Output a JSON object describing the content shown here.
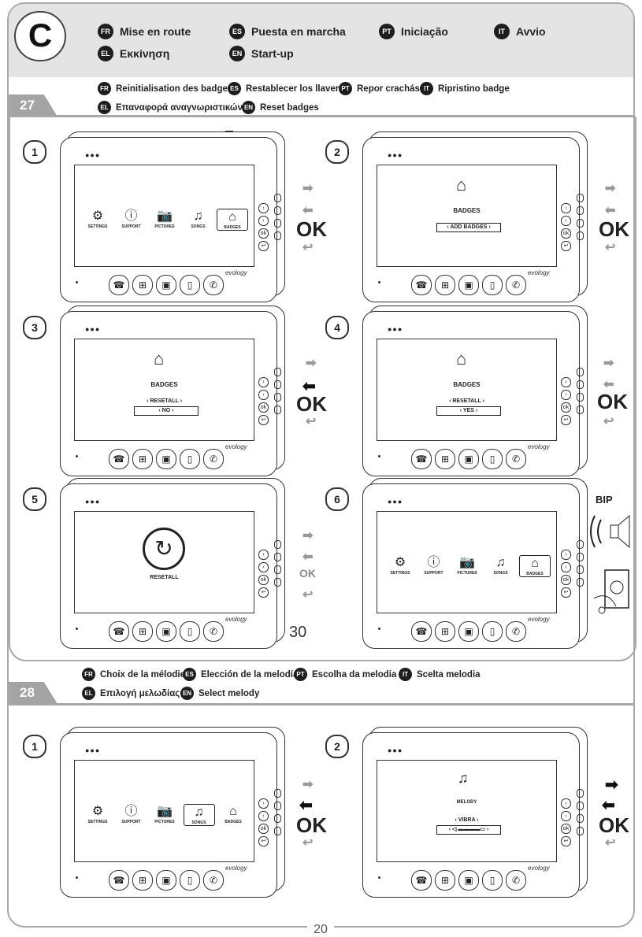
{
  "header": {
    "letter": "C",
    "langs": [
      {
        "code": "FR",
        "text": "Mise en route"
      },
      {
        "code": "ES",
        "text": "Puesta en marcha"
      },
      {
        "code": "PT",
        "text": "Iniciação"
      },
      {
        "code": "IT",
        "text": "Avvio"
      },
      {
        "code": "EL",
        "text": "Εκκίνηση"
      },
      {
        "code": "EN",
        "text": "Start-up"
      }
    ]
  },
  "section27": {
    "number": "27",
    "langs": [
      {
        "code": "FR",
        "text": "Reinitialisation des badges"
      },
      {
        "code": "ES",
        "text": "Restablecer los llaveros"
      },
      {
        "code": "PT",
        "text": "Repor crachás"
      },
      {
        "code": "IT",
        "text": "Ripristino badge"
      },
      {
        "code": "EL",
        "text": "Επαναφορά αναγνωριστικών"
      },
      {
        "code": "EN",
        "text": "Reset badges"
      }
    ],
    "steps": [
      "1",
      "2",
      "3",
      "4",
      "5",
      "6"
    ]
  },
  "section28": {
    "number": "28",
    "langs": [
      {
        "code": "FR",
        "text": "Choix de la mélodie"
      },
      {
        "code": "ES",
        "text": "Elección de la melodía"
      },
      {
        "code": "PT",
        "text": "Escolha da melodia"
      },
      {
        "code": "IT",
        "text": "Scelta melodia"
      },
      {
        "code": "EL",
        "text": "Επιλογή μελωδίας"
      },
      {
        "code": "EN",
        "text": "Select melody"
      }
    ],
    "steps": [
      "1",
      "2"
    ]
  },
  "screens": {
    "menu": [
      "SETTINGS",
      "SUPPORT",
      "PICTURES",
      "SONGS",
      "BADGES"
    ],
    "badges_title": "BADGES",
    "add_badges": "ADD BADGES",
    "resetall": "RESETALL",
    "no": "NO",
    "yes": "YES",
    "melody": "MELODY",
    "vibra": "VIBRA"
  },
  "ok": "OK",
  "brand": "evology",
  "bip": "BIP",
  "stray_number": "30",
  "page_number": "20"
}
